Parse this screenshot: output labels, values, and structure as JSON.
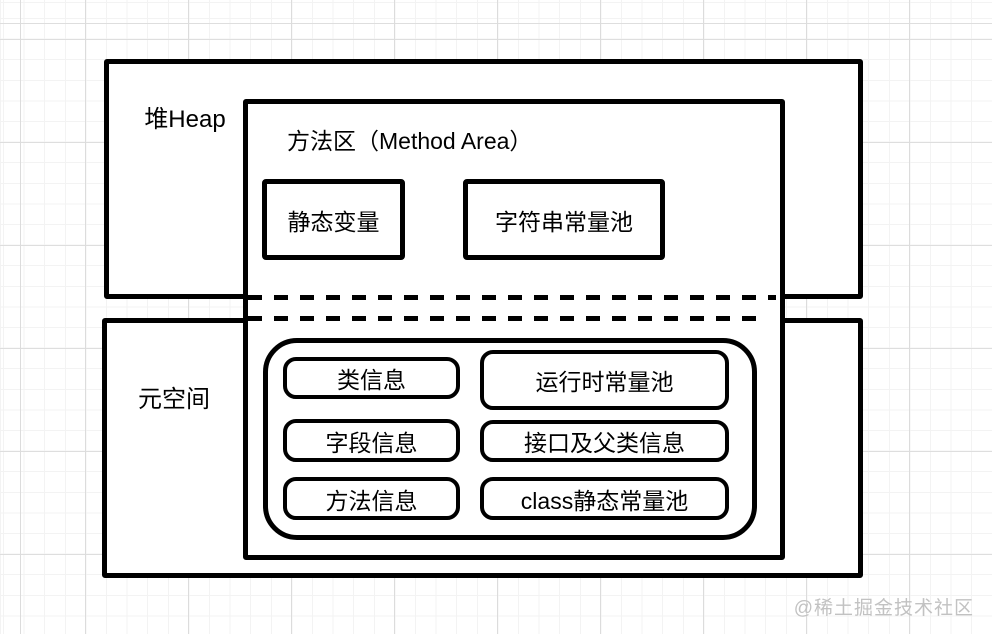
{
  "diagram": {
    "heap": {
      "label": "堆Heap"
    },
    "method_area": {
      "title": "方法区（Method Area）",
      "static_vars": "静态变量",
      "string_pool": "字符串常量池"
    },
    "metaspace": {
      "label": "元空间",
      "items_left": [
        "类信息",
        "字段信息",
        "方法信息"
      ],
      "items_right": [
        "运行时常量池",
        "接口及父类信息",
        "class静态常量池"
      ]
    },
    "watermark": "@稀土掘金技术社区",
    "colors": {
      "stroke": "#000000",
      "fill": "#ffffff",
      "grid_minor": "#f3f3f3",
      "grid_major": "#dcdcdc",
      "watermark": "#c2c2c2"
    }
  }
}
